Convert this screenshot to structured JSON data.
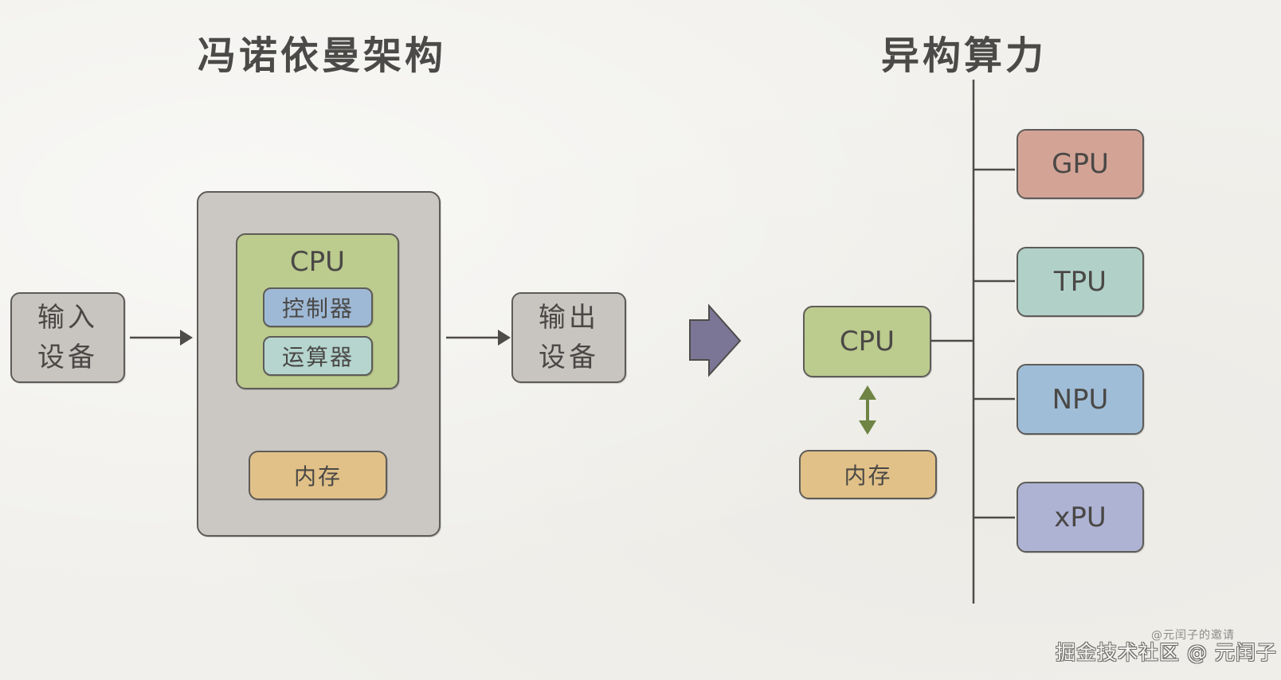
{
  "titles": {
    "left": "冯诺依曼架构",
    "right": "异构算力"
  },
  "von_neumann": {
    "input_device": [
      "输入",
      "设备"
    ],
    "output_device": [
      "输出",
      "设备"
    ],
    "cpu": {
      "label": "CPU",
      "components": [
        "控制器",
        "运算器"
      ]
    },
    "memory": "内存"
  },
  "heterogeneous": {
    "cpu": "CPU",
    "memory": "内存",
    "accelerators": [
      {
        "label": "GPU",
        "color": "#d3a496"
      },
      {
        "label": "TPU",
        "color": "#b1d1c8"
      },
      {
        "label": "NPU",
        "color": "#a0bdd7"
      },
      {
        "label": "xPU",
        "color": "#aeb3d4"
      }
    ]
  },
  "colors": {
    "arrow_transition": "#7c7696",
    "bidirectional_arrow": "#6f8444",
    "connector": "#4e4c49"
  },
  "watermark": {
    "main": "掘金技术社区 @ 元闰子",
    "sub": "@元闰子的邀请"
  }
}
